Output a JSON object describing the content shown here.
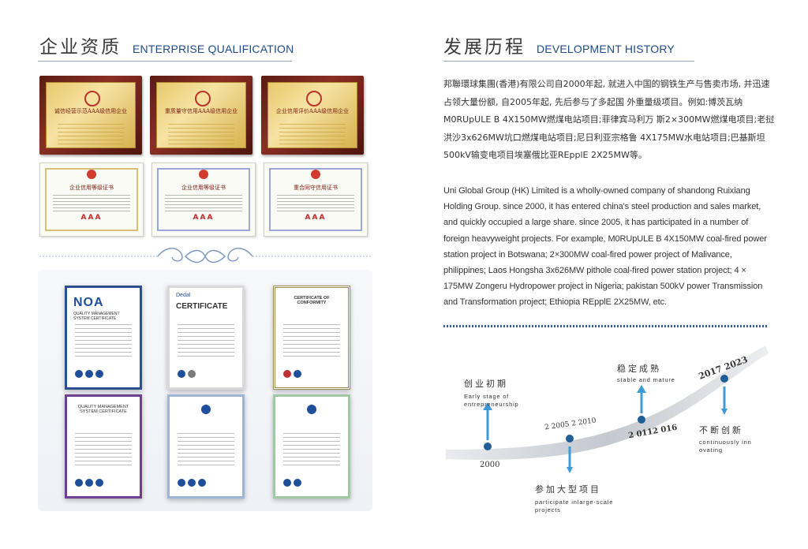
{
  "left": {
    "title_cn": "企业资质",
    "title_en": "ENTERPRISE QUALIFICATION",
    "plaques": [
      {
        "text": "诚信经营示范AAA级信用企业"
      },
      {
        "text": "重质量守信用AAA级信用企业"
      },
      {
        "text": "企业信用评价AAA级信用企业"
      }
    ],
    "small_certs": [
      {
        "title": "企业信用等级证书",
        "grade": "AAA"
      },
      {
        "title": "企业信用等级证书",
        "grade": "AAA"
      },
      {
        "title": "重合同守信用证书",
        "grade": "AAA"
      }
    ],
    "documents": [
      {
        "header": "NOA",
        "sub": "QUALITY MANAGEMENT SYSTEM CERTIFICATE"
      },
      {
        "header": "CERTIFICATE",
        "sub": "Dedal"
      },
      {
        "header": "CERTIFICATE OF CONFORMITY",
        "sub": ""
      },
      {
        "header": "QUALITY MANAGEMENT SYSTEM CERTIFICATE",
        "sub": ""
      },
      {
        "header": "",
        "sub": ""
      },
      {
        "header": "",
        "sub": ""
      }
    ]
  },
  "right": {
    "title_cn": "发展历程",
    "title_en": "DEVELOPMENT HISTORY",
    "para_cn": "邦聯環球集團(香港)有限公司自2000年起, 就进入中国的钢铁生产与售卖市场, 并迅速占领大量份额, 自2005年起, 先后参与了多起国 外重量级项目。例如:博茨瓦纳 M0RUpULE B 4X150MW燃煤电站项目;菲律宾马利万 斯2×300MW燃煤电项目;老挝洪沙3x626MW坑口燃煤电站项目;尼日利亚宗格鲁 4X175MW水电站项目;巴基斯坦500kV输变电项目埃塞俄比亚REpplE 2X25MW等。",
    "para_en": "Uni Global Group (HK) Limited is a wholly-owned company of shandong Ruixiang Holding Group. since 2000, it has entered china's steel production and sales market, and quickly occupied a large share. since 2005, it has participated in a number of foreign heavyweight projects. For example, M0RUpULE B 4X150MW coal-fired power station project in Botswana; 2×300MW coal-fired power project of Malivance, philippines; Laos Hongsha 3x626MW pithole coal-fired power station project; 4 × 175MW Zongeru Hydropower project in Nigeria; pakistan 500kV power Transmission and Transformation project; Ethiopia REpplE 2X25MW, etc."
  },
  "timeline": {
    "stage1_cn": "创业初期",
    "stage1_en": "Early stage of entrepreneurship",
    "year1": "2000",
    "stage2_cn": "参加大型项目",
    "stage2_en": "participate inlarge-scale projects",
    "year2": "2 2005 2 2010",
    "stage3_cn": "稳定成熟",
    "stage3_en": "stable and mature",
    "year3": "2 0112 016",
    "stage4_cn": "不断创新",
    "stage4_en": "continuously inn ovating",
    "year4": "2017 2023",
    "colors": {
      "marker": "#1f5e96",
      "arrow": "#3f9ad6",
      "road": "#c9ccd2"
    }
  }
}
